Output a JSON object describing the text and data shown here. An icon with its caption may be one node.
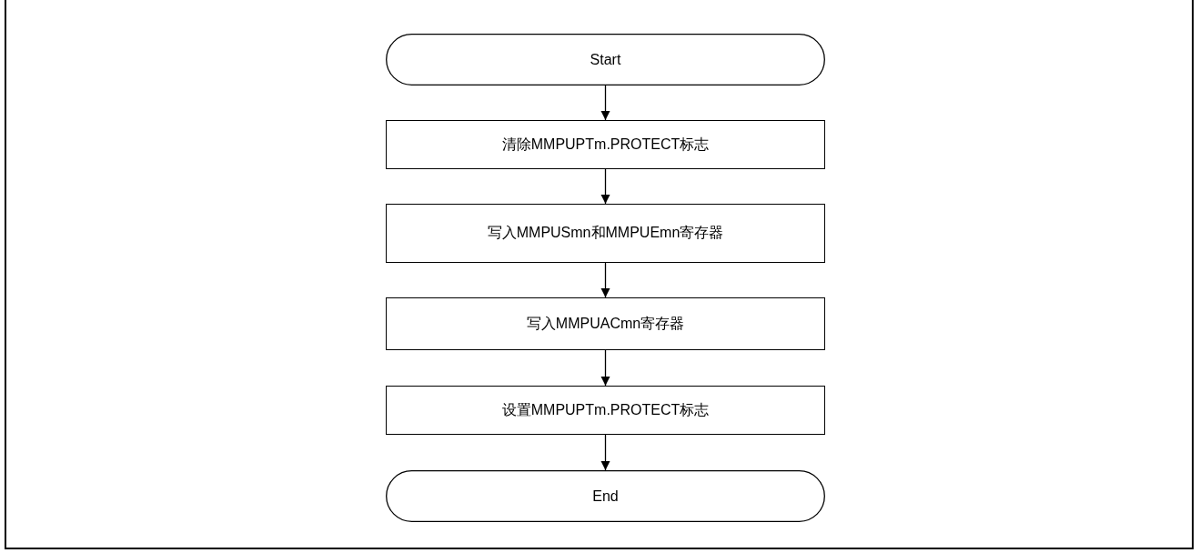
{
  "diagram": {
    "nodes": [
      {
        "text": [
          "Start"
        ]
      },
      {
        "text": [
          "清除MMPUPTm.PROTECT标志"
        ]
      },
      {
        "text": [
          "写入MMPUSmn和MMPUEmn寄存器"
        ]
      },
      {
        "text": [
          "写入MMPUACmn寄存器"
        ]
      },
      {
        "text": [
          "设置MMPUPTm.PROTECT标志"
        ]
      },
      {
        "text": [
          "End"
        ]
      }
    ],
    "edges": [
      {
        "from": 0,
        "to": 1,
        "arrow": "to"
      },
      {
        "from": 1,
        "to": 2,
        "arrow": "to"
      },
      {
        "from": 2,
        "to": 3,
        "arrow": "to"
      },
      {
        "from": 3,
        "to": 4,
        "arrow": "to"
      },
      {
        "from": 4,
        "to": 5,
        "arrow": "to"
      }
    ]
  }
}
